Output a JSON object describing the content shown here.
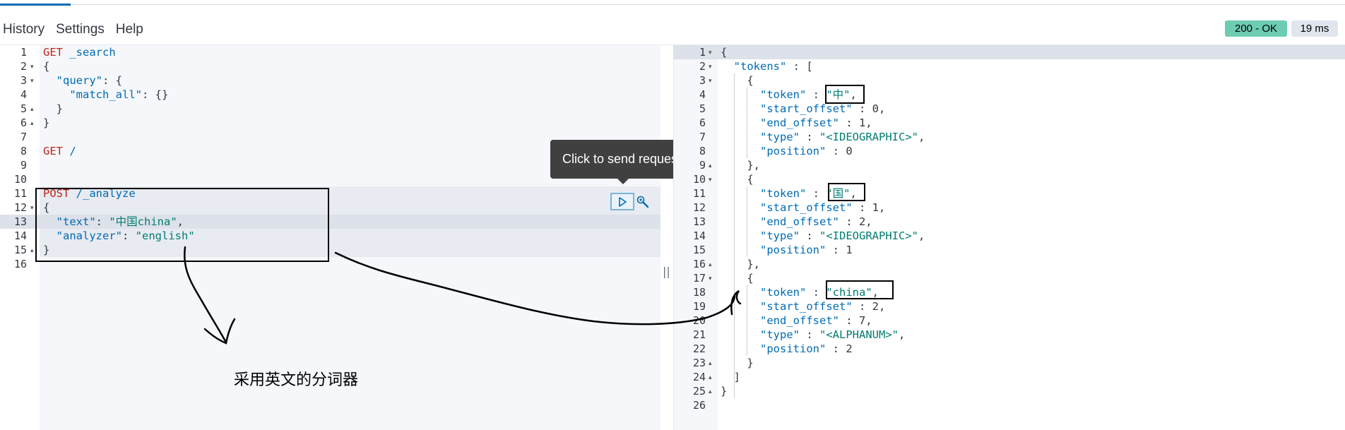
{
  "menu": {
    "history": "History",
    "settings": "Settings",
    "help": "Help"
  },
  "status": {
    "code": "200 - OK",
    "time": "19 ms"
  },
  "tooltip": "Click to send request",
  "resizer": "||",
  "left_editor": {
    "lines": [
      {
        "n": "1",
        "fold": "",
        "parts": [
          [
            "method-get",
            "GET"
          ],
          [
            "punc",
            " "
          ],
          [
            "path",
            "_search"
          ]
        ]
      },
      {
        "n": "2",
        "fold": "▾",
        "parts": [
          [
            "punc",
            "{"
          ]
        ]
      },
      {
        "n": "3",
        "fold": "▾",
        "parts": [
          [
            "punc",
            "  "
          ],
          [
            "key",
            "\"query\""
          ],
          [
            "punc",
            ": {"
          ]
        ]
      },
      {
        "n": "4",
        "fold": "",
        "parts": [
          [
            "punc",
            "    "
          ],
          [
            "key",
            "\"match_all\""
          ],
          [
            "punc",
            ": {}"
          ]
        ]
      },
      {
        "n": "5",
        "fold": "▴",
        "parts": [
          [
            "punc",
            "  }"
          ]
        ]
      },
      {
        "n": "6",
        "fold": "▴",
        "parts": [
          [
            "punc",
            "}"
          ]
        ]
      },
      {
        "n": "7",
        "fold": "",
        "parts": []
      },
      {
        "n": "8",
        "fold": "",
        "parts": [
          [
            "method-get",
            "GET"
          ],
          [
            "punc",
            " "
          ],
          [
            "path",
            "/"
          ]
        ]
      },
      {
        "n": "9",
        "fold": "",
        "parts": []
      },
      {
        "n": "10",
        "fold": "",
        "parts": []
      },
      {
        "n": "11",
        "fold": "",
        "parts": [
          [
            "method-get",
            "POST"
          ],
          [
            "punc",
            " "
          ],
          [
            "path",
            "/_analyze"
          ]
        ]
      },
      {
        "n": "12",
        "fold": "▾",
        "parts": [
          [
            "punc",
            "{"
          ]
        ]
      },
      {
        "n": "13",
        "fold": "",
        "parts": [
          [
            "punc",
            "  "
          ],
          [
            "key",
            "\"text\""
          ],
          [
            "punc",
            ": "
          ],
          [
            "str",
            "\"中国china\""
          ],
          [
            "punc",
            ","
          ]
        ]
      },
      {
        "n": "14",
        "fold": "",
        "parts": [
          [
            "punc",
            "  "
          ],
          [
            "key",
            "\"analyzer\""
          ],
          [
            "punc",
            ": "
          ],
          [
            "str",
            "\"english\""
          ]
        ]
      },
      {
        "n": "15",
        "fold": "▴",
        "parts": [
          [
            "punc",
            "}"
          ]
        ]
      },
      {
        "n": "16",
        "fold": "",
        "parts": []
      }
    ]
  },
  "right_editor": {
    "lines": [
      {
        "n": "1",
        "fold": "▾",
        "parts": [
          [
            "punc",
            "{"
          ]
        ]
      },
      {
        "n": "2",
        "fold": "▾",
        "parts": [
          [
            "punc",
            "  "
          ],
          [
            "key",
            "\"tokens\""
          ],
          [
            "punc",
            " : ["
          ]
        ]
      },
      {
        "n": "3",
        "fold": "▾",
        "parts": [
          [
            "punc",
            "    {"
          ]
        ]
      },
      {
        "n": "4",
        "fold": "",
        "parts": [
          [
            "punc",
            "      "
          ],
          [
            "key",
            "\"token\""
          ],
          [
            "punc",
            " : "
          ],
          [
            "str",
            "\"中\""
          ],
          [
            "punc",
            ","
          ]
        ]
      },
      {
        "n": "5",
        "fold": "",
        "parts": [
          [
            "punc",
            "      "
          ],
          [
            "key",
            "\"start_offset\""
          ],
          [
            "punc",
            " : 0,"
          ]
        ]
      },
      {
        "n": "6",
        "fold": "",
        "parts": [
          [
            "punc",
            "      "
          ],
          [
            "key",
            "\"end_offset\""
          ],
          [
            "punc",
            " : 1,"
          ]
        ]
      },
      {
        "n": "7",
        "fold": "",
        "parts": [
          [
            "punc",
            "      "
          ],
          [
            "key",
            "\"type\""
          ],
          [
            "punc",
            " : "
          ],
          [
            "str",
            "\"<IDEOGRAPHIC>\""
          ],
          [
            "punc",
            ","
          ]
        ]
      },
      {
        "n": "8",
        "fold": "",
        "parts": [
          [
            "punc",
            "      "
          ],
          [
            "key",
            "\"position\""
          ],
          [
            "punc",
            " : 0"
          ]
        ]
      },
      {
        "n": "9",
        "fold": "▴",
        "parts": [
          [
            "punc",
            "    },"
          ]
        ]
      },
      {
        "n": "10",
        "fold": "▾",
        "parts": [
          [
            "punc",
            "    {"
          ]
        ]
      },
      {
        "n": "11",
        "fold": "",
        "parts": [
          [
            "punc",
            "      "
          ],
          [
            "key",
            "\"token\""
          ],
          [
            "punc",
            " : "
          ],
          [
            "str",
            "\"国\""
          ],
          [
            "punc",
            ","
          ]
        ]
      },
      {
        "n": "12",
        "fold": "",
        "parts": [
          [
            "punc",
            "      "
          ],
          [
            "key",
            "\"start_offset\""
          ],
          [
            "punc",
            " : 1,"
          ]
        ]
      },
      {
        "n": "13",
        "fold": "",
        "parts": [
          [
            "punc",
            "      "
          ],
          [
            "key",
            "\"end_offset\""
          ],
          [
            "punc",
            " : 2,"
          ]
        ]
      },
      {
        "n": "14",
        "fold": "",
        "parts": [
          [
            "punc",
            "      "
          ],
          [
            "key",
            "\"type\""
          ],
          [
            "punc",
            " : "
          ],
          [
            "str",
            "\"<IDEOGRAPHIC>\""
          ],
          [
            "punc",
            ","
          ]
        ]
      },
      {
        "n": "15",
        "fold": "",
        "parts": [
          [
            "punc",
            "      "
          ],
          [
            "key",
            "\"position\""
          ],
          [
            "punc",
            " : 1"
          ]
        ]
      },
      {
        "n": "16",
        "fold": "▴",
        "parts": [
          [
            "punc",
            "    },"
          ]
        ]
      },
      {
        "n": "17",
        "fold": "▾",
        "parts": [
          [
            "punc",
            "    {"
          ]
        ]
      },
      {
        "n": "18",
        "fold": "",
        "parts": [
          [
            "punc",
            "      "
          ],
          [
            "key",
            "\"token\""
          ],
          [
            "punc",
            " : "
          ],
          [
            "str",
            "\"china\""
          ],
          [
            "punc",
            ","
          ]
        ]
      },
      {
        "n": "19",
        "fold": "",
        "parts": [
          [
            "punc",
            "      "
          ],
          [
            "key",
            "\"start_offset\""
          ],
          [
            "punc",
            " : 2,"
          ]
        ]
      },
      {
        "n": "20",
        "fold": "",
        "parts": [
          [
            "punc",
            "      "
          ],
          [
            "key",
            "\"end_offset\""
          ],
          [
            "punc",
            " : 7,"
          ]
        ]
      },
      {
        "n": "21",
        "fold": "",
        "parts": [
          [
            "punc",
            "      "
          ],
          [
            "key",
            "\"type\""
          ],
          [
            "punc",
            " : "
          ],
          [
            "str",
            "\"<ALPHANUM>\""
          ],
          [
            "punc",
            ","
          ]
        ]
      },
      {
        "n": "22",
        "fold": "",
        "parts": [
          [
            "punc",
            "      "
          ],
          [
            "key",
            "\"position\""
          ],
          [
            "punc",
            " : 2"
          ]
        ]
      },
      {
        "n": "23",
        "fold": "▴",
        "parts": [
          [
            "punc",
            "    }"
          ]
        ]
      },
      {
        "n": "24",
        "fold": "▴",
        "parts": [
          [
            "punc",
            "  ]"
          ]
        ]
      },
      {
        "n": "25",
        "fold": "▴",
        "parts": [
          [
            "punc",
            "}"
          ]
        ]
      },
      {
        "n": "26",
        "fold": "",
        "parts": []
      }
    ]
  },
  "annotation": {
    "label": "采用英文的分词器"
  }
}
